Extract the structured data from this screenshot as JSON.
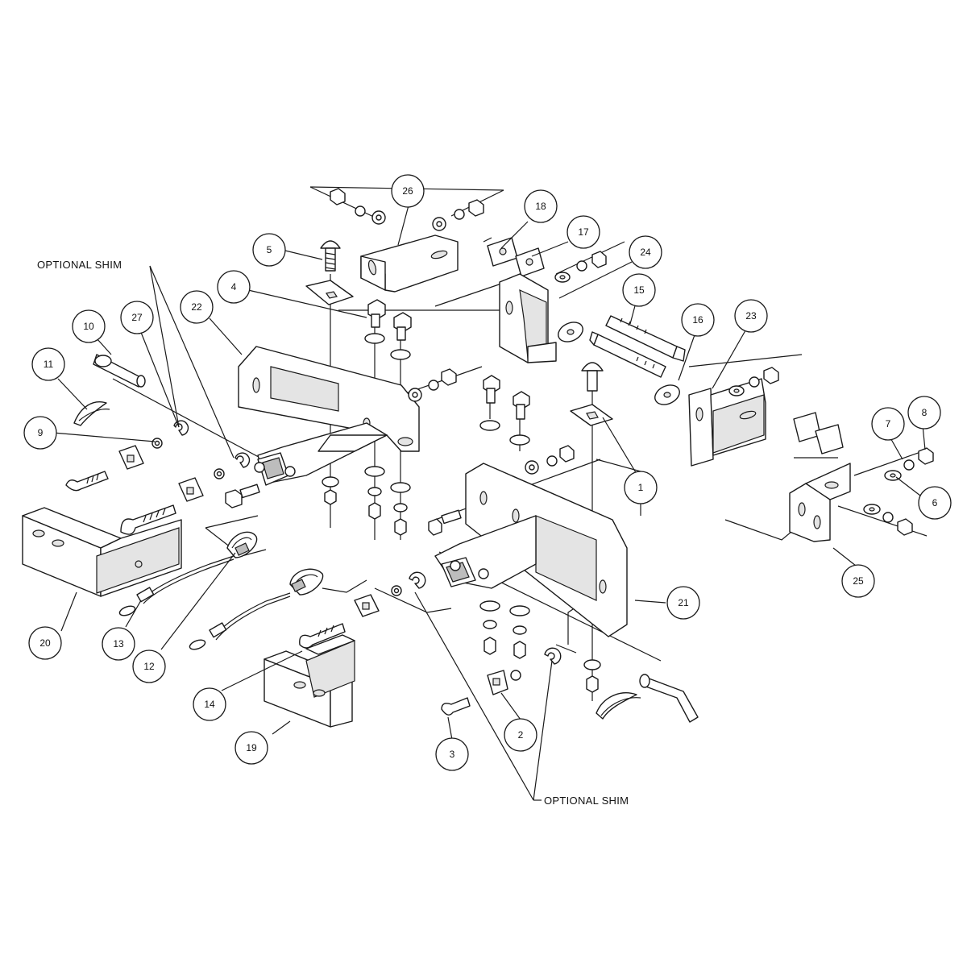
{
  "callouts": [
    "1",
    "2",
    "3",
    "4",
    "5",
    "6",
    "7",
    "8",
    "9",
    "10",
    "11",
    "12",
    "13",
    "14",
    "15",
    "16",
    "17",
    "18",
    "19",
    "20",
    "21",
    "22",
    "23",
    "24",
    "25",
    "26",
    "27"
  ],
  "labels": {
    "optional_shim_top": "OPTIONAL SHIM",
    "optional_shim_bottom": "OPTIONAL SHIM"
  }
}
